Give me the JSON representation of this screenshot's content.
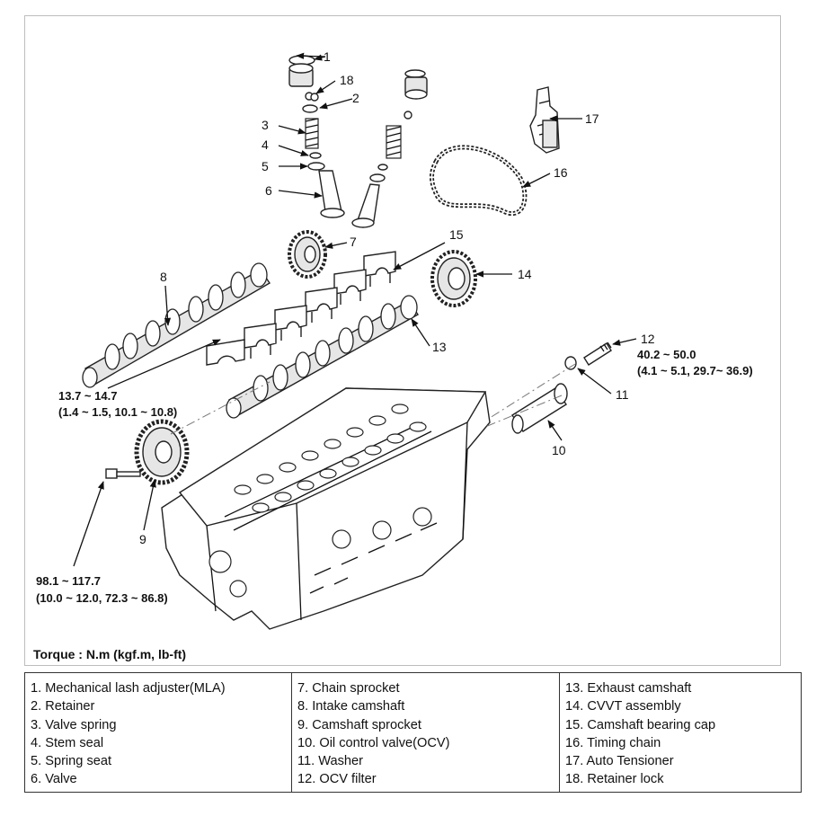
{
  "callouts": {
    "c1": "1",
    "c2": "2",
    "c3": "3",
    "c4": "4",
    "c5": "5",
    "c6": "6",
    "c7": "7",
    "c8": "8",
    "c9": "9",
    "c10": "10",
    "c11": "11",
    "c12": "12",
    "c13": "13",
    "c14": "14",
    "c15": "15",
    "c16": "16",
    "c17": "17",
    "c18": "18"
  },
  "torques": {
    "cam_cap_a": "13.7 ~ 14.7",
    "cam_cap_b": "(1.4 ~ 1.5, 10.1 ~ 10.8)",
    "ocv_filter_a": "40.2 ~ 50.0",
    "ocv_filter_b": "(4.1 ~ 5.1, 29.7~ 36.9)",
    "sprocket_bolt_a": "98.1 ~ 117.7",
    "sprocket_bolt_b": "(10.0 ~ 12.0, 72.3 ~ 86.8)"
  },
  "torque_unit_label": "Torque : N.m (kgf.m, lb-ft)",
  "legend": {
    "col1": [
      "1. Mechanical lash adjuster(MLA)",
      "2. Retainer",
      "3. Valve spring",
      "4. Stem seal",
      "5. Spring seat",
      "6. Valve"
    ],
    "col2": [
      "7. Chain sprocket",
      "8. Intake camshaft",
      "9. Camshaft sprocket",
      "10. Oil control valve(OCV)",
      "11. Washer",
      "12. OCV filter"
    ],
    "col3": [
      "13. Exhaust camshaft",
      "14. CVVT assembly",
      "15. Camshaft bearing cap",
      "16. Timing chain",
      "17. Auto Tensioner",
      "18. Retainer lock"
    ]
  }
}
